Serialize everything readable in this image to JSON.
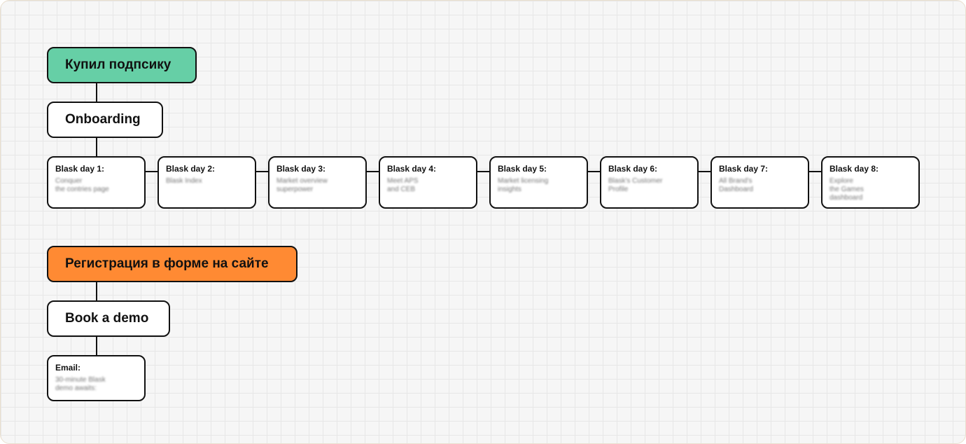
{
  "flow_subscription": {
    "start": "Купил подпсику",
    "step": "Onboarding",
    "days": [
      {
        "title": "Blask day 1:",
        "desc": "Conquer\nthe contries page"
      },
      {
        "title": "Blask day 2:",
        "desc": "Blask Index"
      },
      {
        "title": "Blask day 3:",
        "desc": "Market overview\nsuperpower"
      },
      {
        "title": "Blask day 4:",
        "desc": "Meet APS\nand CEB"
      },
      {
        "title": "Blask day 5:",
        "desc": "Market licensing\ninsights"
      },
      {
        "title": "Blask day 6:",
        "desc": "Blask's Customer\nProfile"
      },
      {
        "title": "Blask day 7:",
        "desc": "All Brand's\nDashboard"
      },
      {
        "title": "Blask day 8:",
        "desc": "Explore\nthe Games\ndashboard"
      }
    ]
  },
  "flow_registration": {
    "start": "Регистрация в форме на сайте",
    "step": "Book a demo",
    "email": {
      "title": "Email:",
      "desc": "30-minute Blask\ndemo awaits:"
    }
  },
  "colors": {
    "subscription_node": "#66cfa6",
    "registration_node": "#ff8a33",
    "grid_background": "#f6f6f6"
  }
}
